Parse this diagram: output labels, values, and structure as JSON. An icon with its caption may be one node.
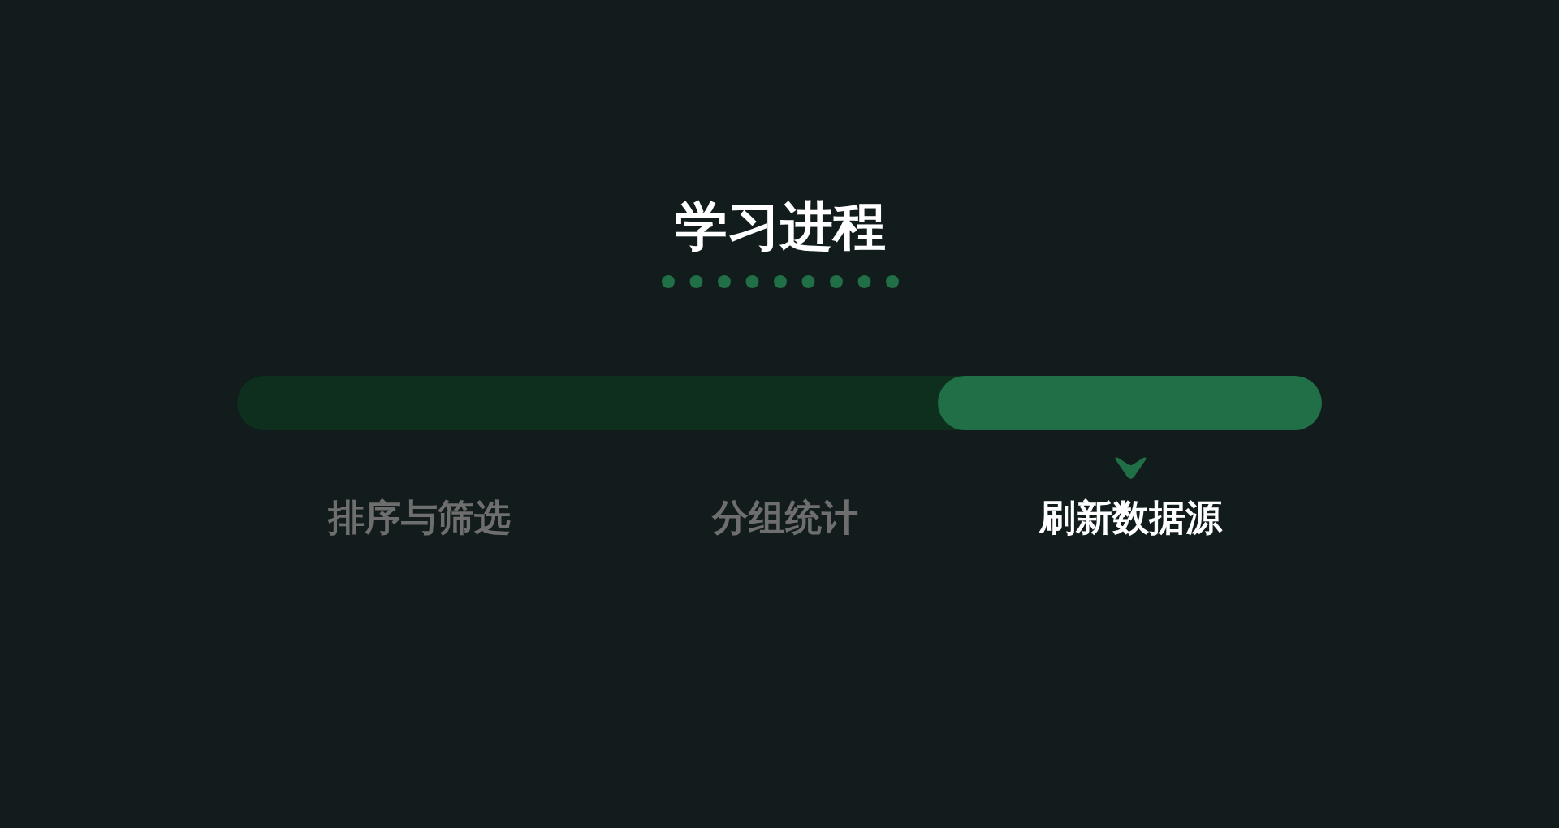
{
  "diagram": {
    "title": "学习进程",
    "nodes": [
      {
        "text": [],
        "shape": "bar"
      }
    ],
    "labels": [
      "排序与筛选",
      "分组统计",
      "刷新数据源"
    ]
  }
}
